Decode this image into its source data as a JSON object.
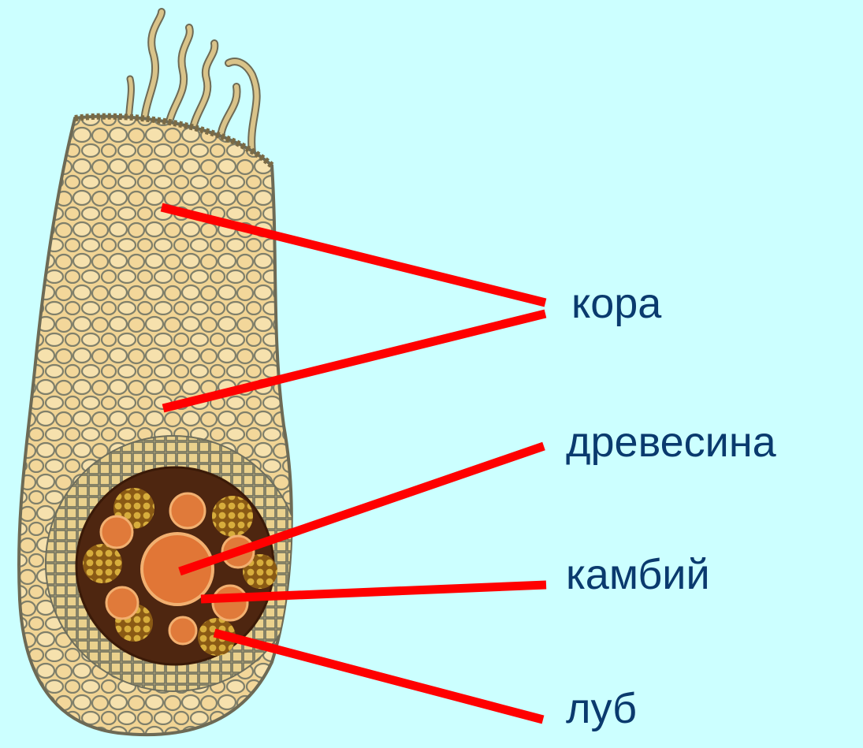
{
  "labels": {
    "cortex": "кора",
    "xylem": "древесина",
    "cambium": "камбий",
    "phloem": "луб"
  },
  "colors": {
    "background": "#ccffff",
    "pointer_line": "#ff0000",
    "label_text": "#0a3a6e",
    "cell_fill": "#f1d494",
    "cell_wall": "#7f7f6a",
    "stele_dark": "#5a2d12",
    "vessel": "#e07a3a",
    "phloem_cells": "#c9a23a"
  },
  "icons": [
    "root-cross-section-illustration",
    "root-hair-icon"
  ]
}
